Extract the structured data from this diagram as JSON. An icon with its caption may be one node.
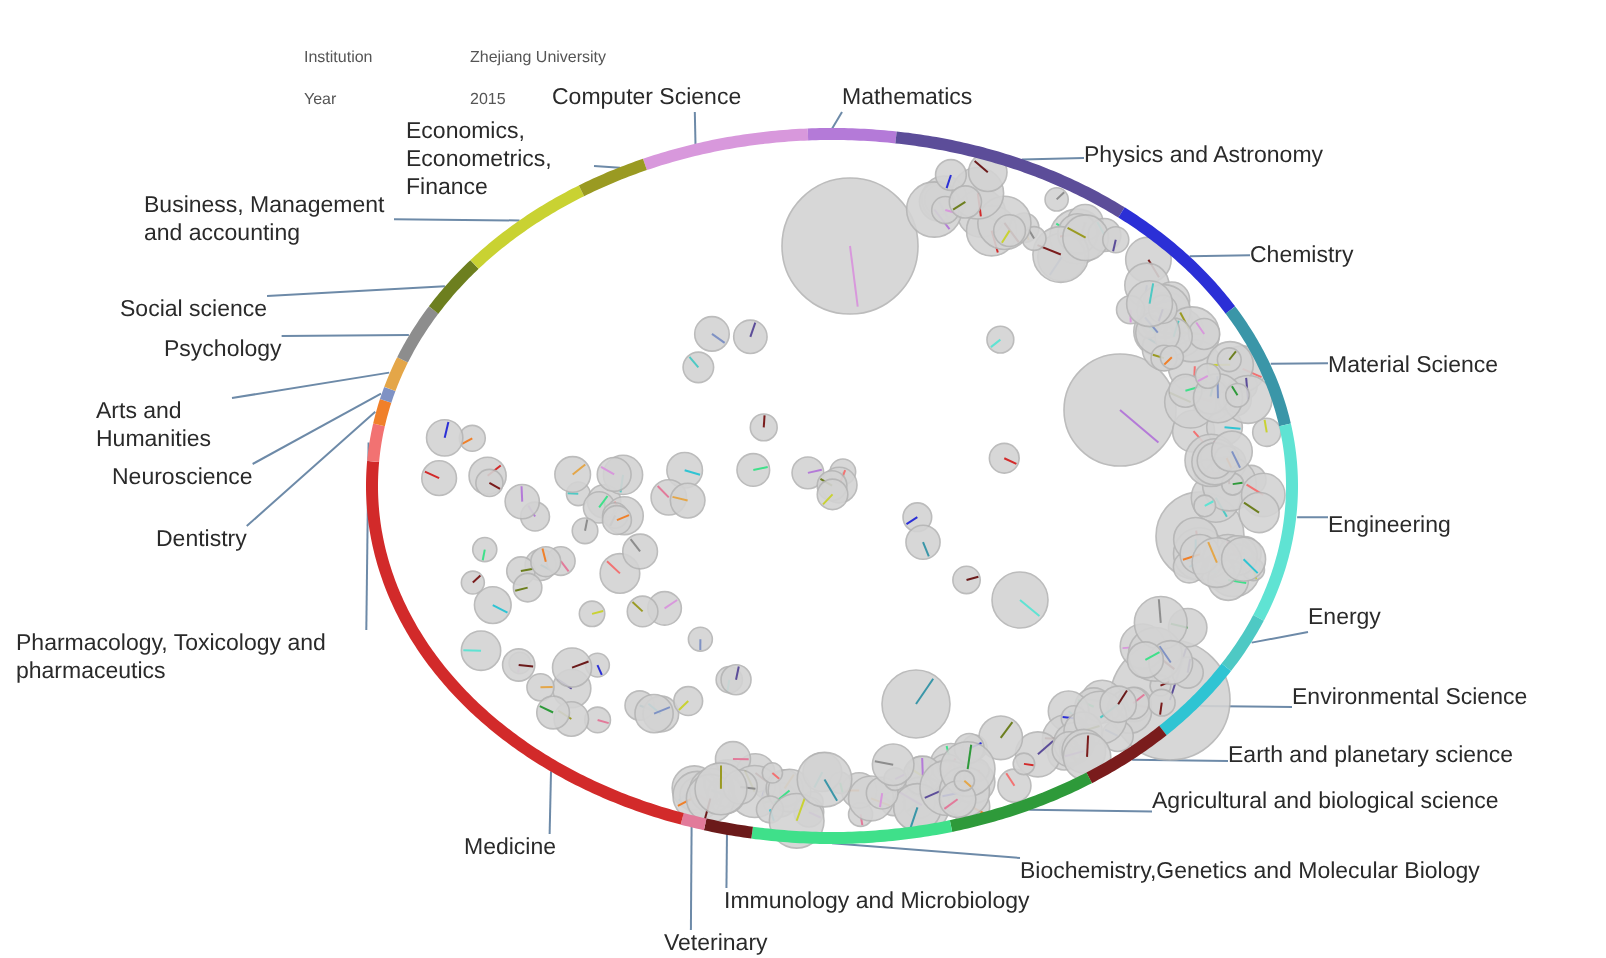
{
  "diagram": {
    "nodes": [
      {
        "text": [
          "Computer Science"
        ]
      },
      {
        "text": [
          "Mathematics"
        ]
      },
      {
        "text": [
          "Physics and Astronomy"
        ]
      },
      {
        "text": [
          "Chemistry"
        ]
      },
      {
        "text": [
          "Material Science"
        ]
      },
      {
        "text": [
          "Engineering"
        ]
      },
      {
        "text": [
          "Energy"
        ]
      },
      {
        "text": [
          "Environmental Science"
        ]
      },
      {
        "text": [
          "Earth and planetary science"
        ]
      },
      {
        "text": [
          "Agricultural and biological science"
        ]
      },
      {
        "text": [
          "Biochemistry,Genetics and Molecular Biology"
        ]
      },
      {
        "text": [
          "Immunology and Microbiology"
        ]
      },
      {
        "text": [
          "Veterinary"
        ]
      },
      {
        "text": [
          "Medicine"
        ]
      },
      {
        "text": [
          "Pharmacology, Toxicology and pharmaceutics"
        ]
      },
      {
        "text": [
          "Dentistry"
        ]
      },
      {
        "text": [
          "Neuroscience"
        ]
      },
      {
        "text": [
          "Arts and Humanities"
        ]
      },
      {
        "text": [
          "Psychology"
        ]
      },
      {
        "text": [
          "Social science"
        ]
      },
      {
        "text": [
          "Business, Management and accounting"
        ]
      },
      {
        "text": [
          "Economics, Econometrics, Finance"
        ]
      },
      {
        "text": [],
        "shape": "arc"
      },
      {
        "text": [],
        "shape": "arc"
      },
      {
        "text": [],
        "shape": "arc"
      },
      {
        "text": [],
        "shape": "arc"
      },
      {
        "text": [],
        "shape": "arc"
      },
      {
        "text": [],
        "shape": "arc"
      },
      {
        "text": [],
        "shape": "arc"
      },
      {
        "text": [],
        "shape": "arc"
      },
      {
        "text": [],
        "shape": "arc"
      },
      {
        "text": [],
        "shape": "arc"
      },
      {
        "text": [],
        "shape": "arc"
      },
      {
        "text": [],
        "shape": "arc"
      },
      {
        "text": [],
        "shape": "arc"
      },
      {
        "text": [],
        "shape": "arc"
      },
      {
        "text": [],
        "shape": "arc"
      },
      {
        "text": [],
        "shape": "arc"
      },
      {
        "text": [],
        "shape": "arc"
      },
      {
        "text": [],
        "shape": "arc"
      },
      {
        "text": [],
        "shape": "arc"
      },
      {
        "text": [],
        "shape": "arc"
      },
      {
        "text": [],
        "shape": "arc"
      },
      {
        "text": [],
        "shape": "arc"
      }
    ],
    "edges": [
      {
        "from": 0,
        "to": 22,
        "arrow": "none"
      },
      {
        "from": 1,
        "to": 23,
        "arrow": "none"
      },
      {
        "from": 2,
        "to": 24,
        "arrow": "none"
      },
      {
        "from": 3,
        "to": 25,
        "arrow": "none"
      },
      {
        "from": 4,
        "to": 26,
        "arrow": "none"
      },
      {
        "from": 5,
        "to": 27,
        "arrow": "none"
      },
      {
        "from": 6,
        "to": 28,
        "arrow": "none"
      },
      {
        "from": 7,
        "to": 29,
        "arrow": "none"
      },
      {
        "from": 8,
        "to": 30,
        "arrow": "none"
      },
      {
        "from": 9,
        "to": 31,
        "arrow": "none"
      },
      {
        "from": 10,
        "to": 32,
        "arrow": "none"
      },
      {
        "from": 11,
        "to": 33,
        "arrow": "none"
      },
      {
        "from": 12,
        "to": 34,
        "arrow": "none"
      },
      {
        "from": 13,
        "to": 35,
        "arrow": "none"
      },
      {
        "from": 14,
        "to": 36,
        "arrow": "none"
      },
      {
        "from": 15,
        "to": 37,
        "arrow": "none"
      },
      {
        "from": 16,
        "to": 38,
        "arrow": "none"
      },
      {
        "from": 17,
        "to": 39,
        "arrow": "none"
      },
      {
        "from": 18,
        "to": 40,
        "arrow": "none"
      },
      {
        "from": 19,
        "to": 41,
        "arrow": "none"
      },
      {
        "from": 20,
        "to": 42,
        "arrow": "none"
      },
      {
        "from": 21,
        "to": 43,
        "arrow": "none"
      }
    ],
    "labels": [
      "Institution",
      "Zhejiang University",
      "Year",
      "2015"
    ]
  }
}
